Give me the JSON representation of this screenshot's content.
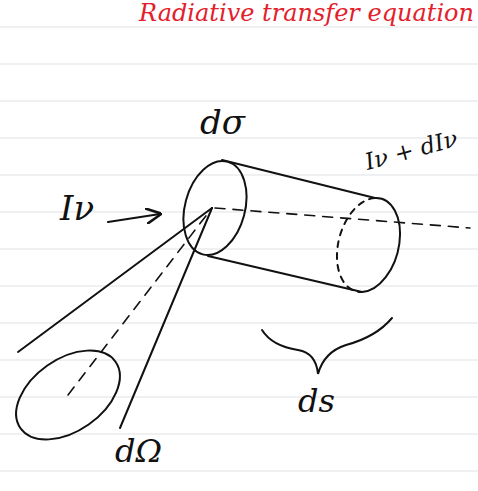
{
  "diagram": {
    "title": "Radiative transfer equation",
    "labels": [
      "dσ",
      "Iν",
      "Iν + dIν",
      "ds",
      "dΩ"
    ]
  }
}
